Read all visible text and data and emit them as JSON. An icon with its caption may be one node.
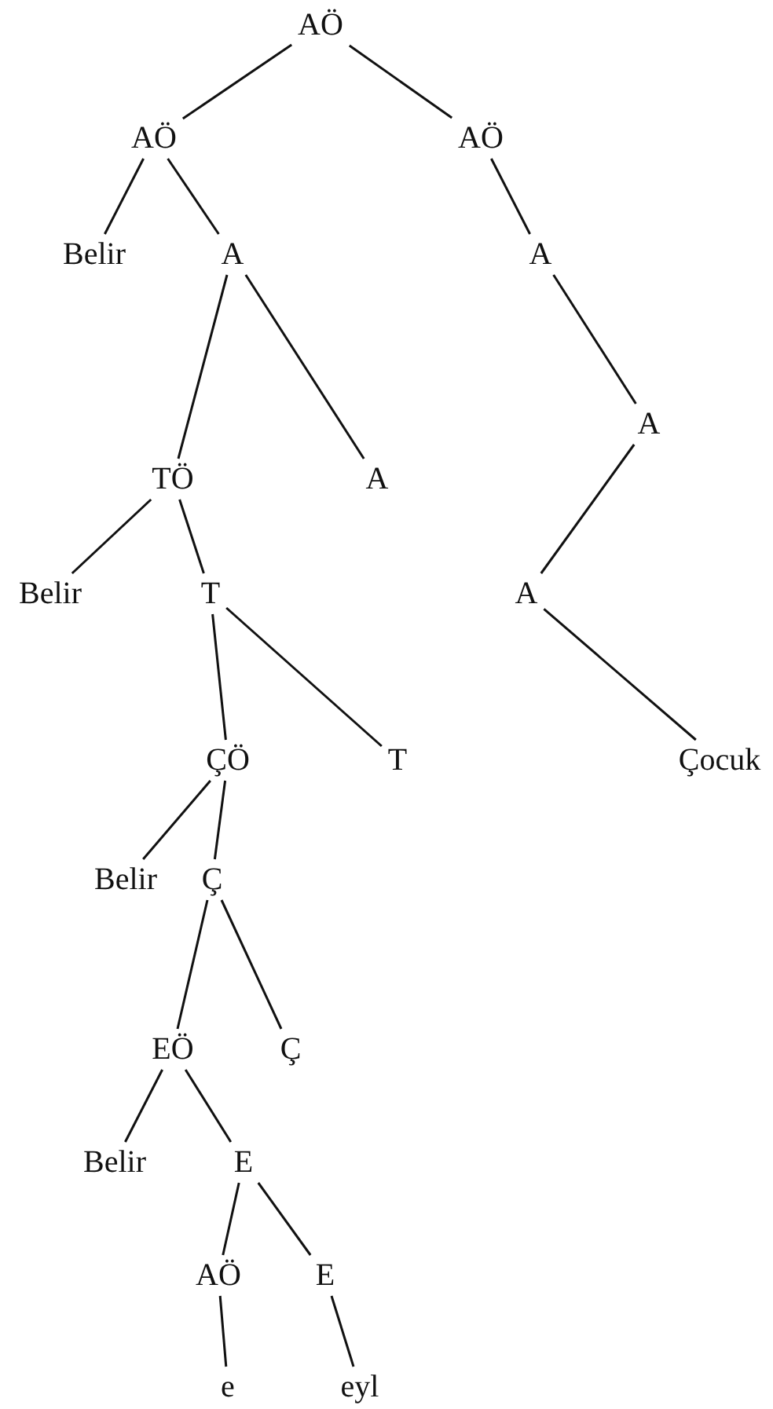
{
  "diagram": {
    "nodes": [
      {
        "text": [
          "AÖ"
        ]
      },
      {
        "text": [
          "AÖ"
        ]
      },
      {
        "text": [
          "AÖ"
        ]
      },
      {
        "text": [
          "Belir"
        ]
      },
      {
        "text": [
          "A"
        ]
      },
      {
        "text": [
          "A"
        ]
      },
      {
        "text": [
          "TÖ"
        ]
      },
      {
        "text": [
          "A"
        ]
      },
      {
        "text": [
          "A"
        ]
      },
      {
        "text": [
          "Belir"
        ]
      },
      {
        "text": [
          "T"
        ]
      },
      {
        "text": [
          "A"
        ]
      },
      {
        "text": [
          "ÇÖ"
        ]
      },
      {
        "text": [
          "T"
        ]
      },
      {
        "text": [
          "Çocuk"
        ]
      },
      {
        "text": [
          "Belir"
        ]
      },
      {
        "text": [
          "Ç"
        ]
      },
      {
        "text": [
          "EÖ"
        ]
      },
      {
        "text": [
          "Ç"
        ]
      },
      {
        "text": [
          "Belir"
        ]
      },
      {
        "text": [
          "E"
        ]
      },
      {
        "text": [
          "AÖ"
        ]
      },
      {
        "text": [
          "E"
        ]
      },
      {
        "text": [
          "e"
        ]
      },
      {
        "text": [
          "eyl"
        ]
      }
    ],
    "edges": [
      {
        "from": 0,
        "to": 1,
        "arrow": "none"
      },
      {
        "from": 0,
        "to": 2,
        "arrow": "none"
      },
      {
        "from": 1,
        "to": 3,
        "arrow": "none"
      },
      {
        "from": 1,
        "to": 4,
        "arrow": "none"
      },
      {
        "from": 2,
        "to": 5,
        "arrow": "none"
      },
      {
        "from": 4,
        "to": 6,
        "arrow": "none"
      },
      {
        "from": 4,
        "to": 7,
        "arrow": "none"
      },
      {
        "from": 5,
        "to": 8,
        "arrow": "none"
      },
      {
        "from": 6,
        "to": 9,
        "arrow": "none"
      },
      {
        "from": 6,
        "to": 10,
        "arrow": "none"
      },
      {
        "from": 8,
        "to": 11,
        "arrow": "none"
      },
      {
        "from": 10,
        "to": 12,
        "arrow": "none"
      },
      {
        "from": 10,
        "to": 13,
        "arrow": "none"
      },
      {
        "from": 11,
        "to": 14,
        "arrow": "none"
      },
      {
        "from": 12,
        "to": 15,
        "arrow": "none"
      },
      {
        "from": 12,
        "to": 16,
        "arrow": "none"
      },
      {
        "from": 16,
        "to": 17,
        "arrow": "none"
      },
      {
        "from": 16,
        "to": 18,
        "arrow": "none"
      },
      {
        "from": 17,
        "to": 19,
        "arrow": "none"
      },
      {
        "from": 17,
        "to": 20,
        "arrow": "none"
      },
      {
        "from": 20,
        "to": 21,
        "arrow": "none"
      },
      {
        "from": 20,
        "to": 22,
        "arrow": "none"
      },
      {
        "from": 21,
        "to": 23,
        "arrow": "none"
      },
      {
        "from": 22,
        "to": 24,
        "arrow": "none"
      }
    ]
  }
}
